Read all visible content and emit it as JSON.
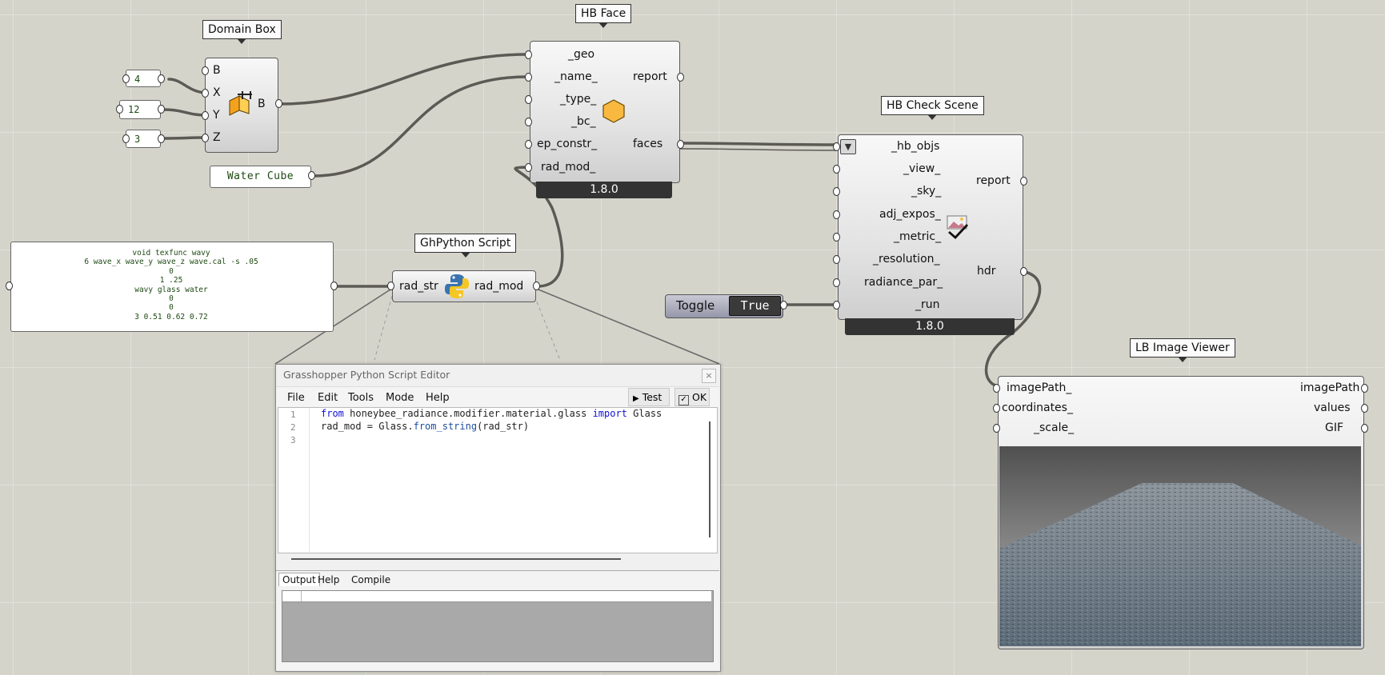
{
  "components": {
    "domain_box": {
      "title": "Domain Box",
      "inputs": [
        "B",
        "X",
        "Y",
        "Z"
      ],
      "output": "B",
      "sliders": [
        "4",
        "12",
        "3"
      ],
      "name_panel": "Water Cube"
    },
    "hb_face": {
      "title": "HB Face",
      "inputs": [
        "_geo",
        "_name_",
        "_type_",
        "_bc_",
        "ep_constr_",
        "rad_mod_"
      ],
      "outputs": [
        "report",
        "faces"
      ],
      "version": "1.8.0"
    },
    "gh_python": {
      "title": "GhPython Script",
      "input": "rad_str",
      "output": "rad_mod"
    },
    "radiance_panel": {
      "lines": [
        "void texfunc wavy",
        "6 wave_x wave_y wave_z wave.cal -s .05",
        "0",
        "1 .25",
        "wavy glass water",
        "0",
        "0",
        "3 0.51 0.62 0.72"
      ]
    },
    "hb_check_scene": {
      "title": "HB Check Scene",
      "inputs": [
        "_hb_objs",
        "_view_",
        "_sky_",
        "adj_expos_",
        "_metric_",
        "_resolution_",
        "radiance_par_",
        "_run"
      ],
      "outputs": [
        "report",
        "hdr"
      ],
      "version": "1.8.0"
    },
    "toggle": {
      "label": "Toggle",
      "value": "True"
    },
    "lb_image_viewer": {
      "title": "LB Image Viewer",
      "inputs": [
        "imagePath_",
        "coordinates_",
        "_scale_"
      ],
      "outputs": [
        "imagePath",
        "values",
        "GIF"
      ]
    }
  },
  "editor": {
    "title": "Grasshopper Python Script Editor",
    "menu": [
      "File",
      "Edit",
      "Tools",
      "Mode",
      "Help"
    ],
    "test_label": "Test",
    "ok_label": "OK",
    "code": {
      "line1": {
        "kw1": "from",
        "mod": " honeybee_radiance.modifier.material.glass ",
        "kw2": "import",
        "name": " Glass"
      },
      "line2": {
        "lhs": "rad_mod = Glass.",
        "fn": "from_string",
        "rhs": "(rad_str)"
      }
    },
    "line_numbers": [
      "1",
      "2",
      "3"
    ],
    "tabs": [
      "Output",
      "Help",
      "Compile"
    ]
  },
  "colors": {
    "canvas": "#d5d4cb",
    "wire": "#5c5a55",
    "component_bg": "#e6e6e6",
    "version_bar": "#333333",
    "panel_text": "#1d4a12",
    "keyword": "#1010d8"
  }
}
